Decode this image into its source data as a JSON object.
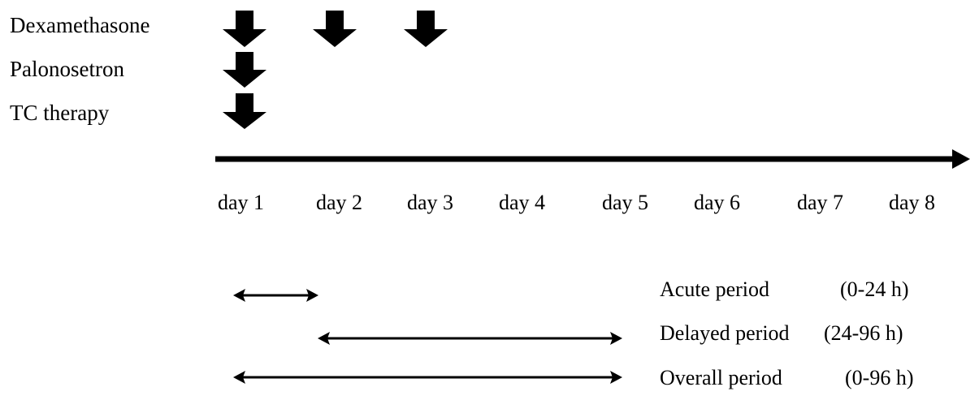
{
  "drugs": [
    {
      "name": "Dexamethasone",
      "arrows_on_days": [
        "day 1",
        "day 2",
        "day 3"
      ]
    },
    {
      "name": "Palonosetron",
      "arrows_on_days": [
        "day 1"
      ]
    },
    {
      "name": "TC therapy",
      "arrows_on_days": [
        "day 1"
      ]
    }
  ],
  "timeline": {
    "days": [
      "day 1",
      "day 2",
      "day 3",
      "day 4",
      "day 5",
      "day 6",
      "day 7",
      "day 8"
    ]
  },
  "periods": [
    {
      "name": "Acute period",
      "range": "(0-24 h)"
    },
    {
      "name": "Delayed period",
      "range": "(24-96 h)"
    },
    {
      "name": "Overall period",
      "range": "(0-96 h)"
    }
  ],
  "colors": {
    "ink": "#000000",
    "background": "#ffffff"
  }
}
